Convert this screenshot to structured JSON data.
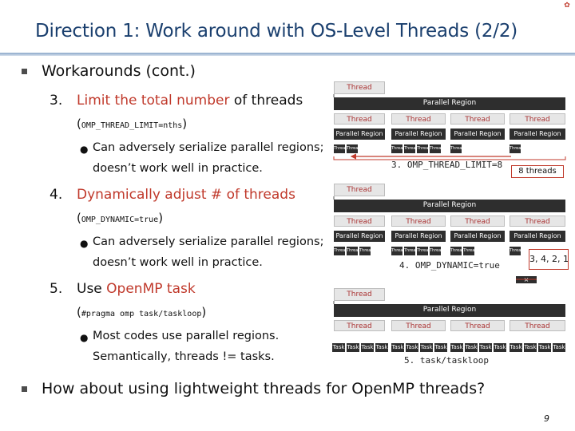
{
  "slide": {
    "title": "Direction 1: Work around with OS-Level Threads (2/2)",
    "page_number": "9",
    "accent": "#c0392b",
    "title_color": "#1a3f6e"
  },
  "body": {
    "heading1": "Workarounds (cont.)",
    "item3": {
      "num": "3.",
      "text_red": "Limit the total number",
      "text_rest": " of threads",
      "paren_open": "(",
      "code": "OMP_THREAD_LIMIT=nths",
      "paren_close": ")",
      "sub_line1": "Can adversely serialize parallel regions;",
      "sub_line2": "doesn’t work well in practice."
    },
    "item4": {
      "num": "4.",
      "text_red": "Dynamically adjust # of threads",
      "paren_open": "(",
      "code": "OMP_DYNAMIC=true",
      "paren_close": ")",
      "sub_line1": "Can adversely serialize parallel regions;",
      "sub_line2": "doesn’t work well in practice."
    },
    "item5": {
      "num": "5.",
      "text_pre": "Use ",
      "text_red": "OpenMP task",
      "paren_open": "(",
      "code": "#pragma omp task/taskloop",
      "paren_close": ")",
      "sub_line1": "Most codes use parallel regions.",
      "sub_line2": "Semantically, threads != tasks."
    },
    "heading2": "How about using lightweight threads for OpenMP threads?"
  },
  "diagrams": {
    "thread": "Thread",
    "parallel_region": "Parallel Region",
    "mini_thread": "Thread",
    "task": "Task",
    "d1_caption": "3. OMP_THREAD_LIMIT=8",
    "d1_box": "8 threads",
    "d2_caption": "4. OMP_DYNAMIC=true",
    "d2_box": "3, 4, 2, 1",
    "d2_multiply": "×",
    "d3_caption": "5. task/taskloop"
  }
}
